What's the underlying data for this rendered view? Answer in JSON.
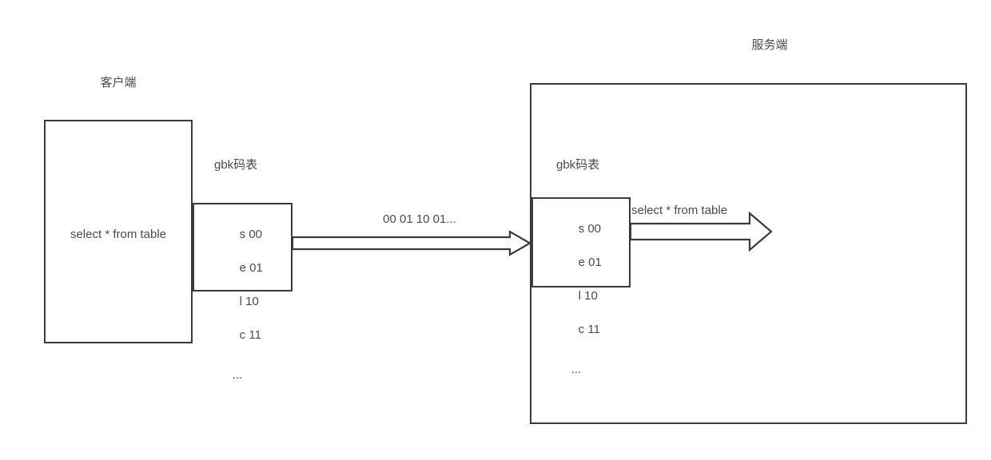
{
  "diagram": {
    "title_client": "客户端",
    "title_server": "服务端",
    "client": {
      "box_text": "select * from table",
      "gbk_label": "gbk码表",
      "code_table": [
        "s 00",
        "e 01",
        "l 10",
        "c 11"
      ],
      "code_table_ellipsis": "..."
    },
    "transfer": {
      "label": "00 01 10 01..."
    },
    "server": {
      "gbk_label": "gbk码表",
      "code_table": [
        "s 00",
        "e 01",
        "l 10",
        "c 11"
      ],
      "code_table_ellipsis": "...",
      "output_label": "select * from table"
    },
    "colors": {
      "stroke": "#3a3a3a",
      "text": "#4a4a4a",
      "background": "#ffffff"
    }
  }
}
